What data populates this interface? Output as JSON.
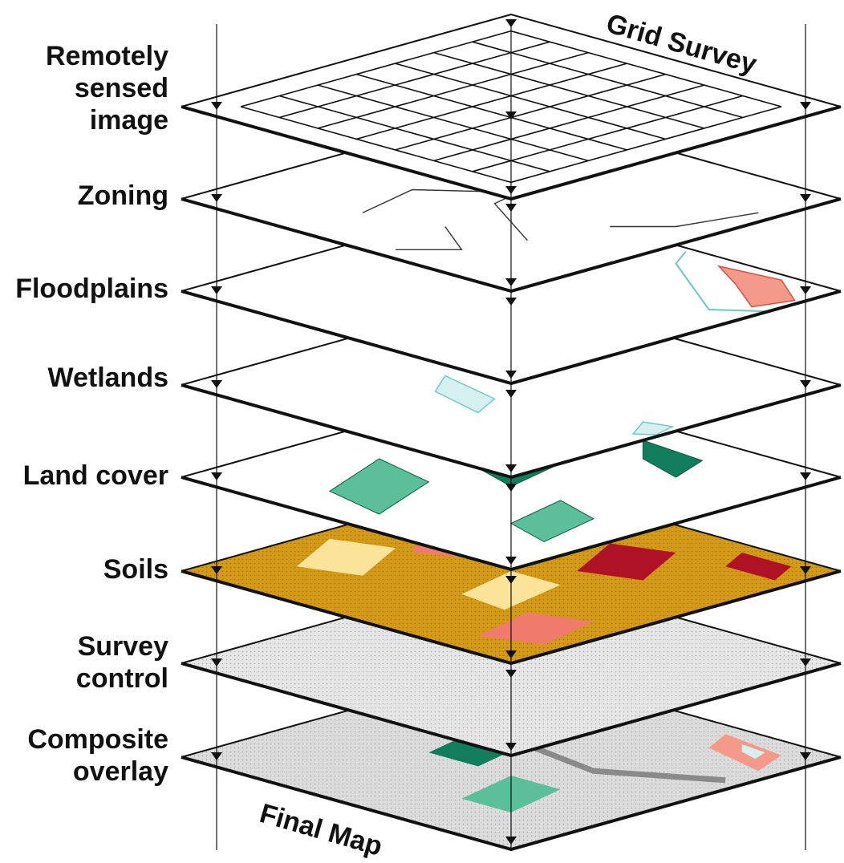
{
  "layers": [
    {
      "label": "Remotely\nsensed\nimage",
      "type": "grid"
    },
    {
      "label": "Zoning",
      "type": "zoning"
    },
    {
      "label": "Floodplains",
      "type": "floodplains"
    },
    {
      "label": "Wetlands",
      "type": "wetlands"
    },
    {
      "label": "Land cover",
      "type": "landcover"
    },
    {
      "label": "Soils",
      "type": "soils"
    },
    {
      "label": "Survey\ncontrol",
      "type": "survey"
    },
    {
      "label": "Composite\noverlay",
      "type": "composite"
    }
  ],
  "top_title": "Grid Survey",
  "bottom_title": "Final Map",
  "colors": {
    "outline": "#111111",
    "water": "#6cc8c8",
    "water_fill": "#d6f0ef",
    "flood_fill": "#f59a8a",
    "green_light": "#5bbf9a",
    "green_dark": "#127d5b",
    "soil_gold": "#d49a17",
    "soil_red": "#b01225",
    "soil_salmon": "#f07a6c",
    "soil_cream": "#fbe39a",
    "survey_grey": "#e6e6e6",
    "road_grey": "#8a8a8a"
  }
}
